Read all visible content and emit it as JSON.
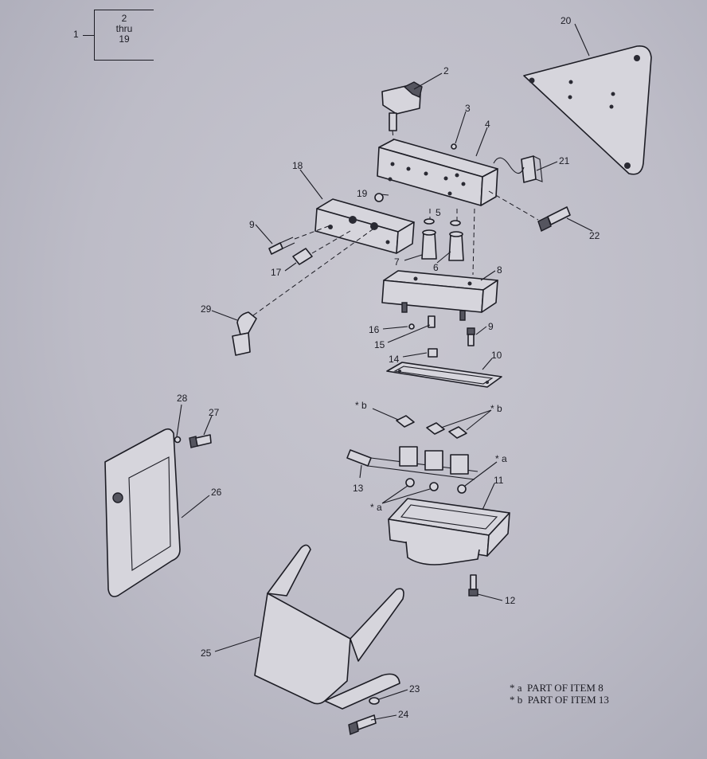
{
  "assembly_ref": {
    "item": "1",
    "line1": "2",
    "line2": "thru",
    "line3": "19"
  },
  "callouts": {
    "c2": "2",
    "c3": "3",
    "c4": "4",
    "c5": "5",
    "c6": "6",
    "c7": "7",
    "c8": "8",
    "c9a": "9",
    "c9b": "9",
    "c10": "10",
    "c11": "11",
    "c12": "12",
    "c13": "13",
    "c14": "14",
    "c15": "15",
    "c16": "16",
    "c17": "17",
    "c18": "18",
    "c19": "19",
    "c20": "20",
    "c21": "21",
    "c22": "22",
    "c23": "23",
    "c24": "24",
    "c25": "25",
    "c26": "26",
    "c27": "27",
    "c28": "28",
    "c29": "29",
    "sa_right": "* a",
    "sa_left": "* a",
    "sb_left": "* b",
    "sb_right": "* b"
  },
  "notes": [
    {
      "marker": "* a",
      "text": "PART OF ITEM  8"
    },
    {
      "marker": "* b",
      "text": "PART OF ITEM  13"
    }
  ]
}
